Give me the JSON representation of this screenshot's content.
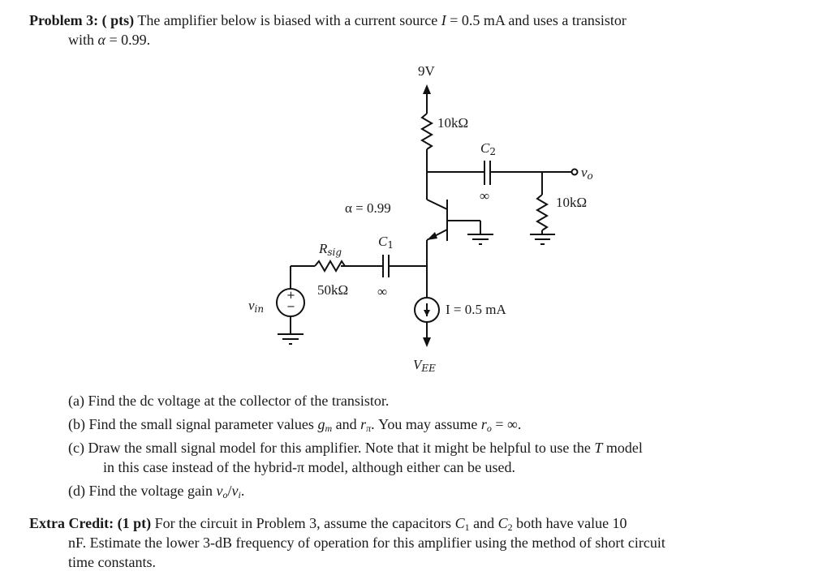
{
  "problem": {
    "heading": "Problem 3:",
    "points": "( pts)",
    "line1": "The amplifier below is biased with a current source ",
    "current_var": "I",
    "current_eq": " = 0.5 mA and uses a transistor",
    "line2_prefix": "with ",
    "alpha_var": "α",
    "alpha_eq": " = 0.99."
  },
  "circuit": {
    "supply": "9V",
    "rc": "10kΩ",
    "c2_name": "C",
    "c2_sub": "2",
    "c2_value": "∞",
    "vo_var": "v",
    "vo_sub": "o",
    "rl": "10kΩ",
    "alpha_label": "α = 0.99",
    "rsig_name": "R",
    "rsig_sub": "sig",
    "rsig_value": "50kΩ",
    "c1_name": "C",
    "c1_sub": "1",
    "c1_value": "∞",
    "vin_var": "v",
    "vin_sub": "in",
    "src_plus": "+",
    "src_minus": "−",
    "current_label": "I = 0.5 mA",
    "vee_var": "V",
    "vee_sub": "EE"
  },
  "parts": [
    {
      "label": "(a)",
      "text": "Find the dc voltage at the collector of the transistor."
    },
    {
      "label": "(b)",
      "text_pre": "Find the small signal parameter values ",
      "gm": "g",
      "gm_sub": "m",
      "mid": " and ",
      "rpi": "r",
      "rpi_sub": "π",
      "post": ". You may assume ",
      "ro": "r",
      "ro_sub": "o",
      "ro_eq": " = ∞."
    },
    {
      "label": "(c)",
      "line1_pre": "Draw the small signal model for this amplifier. Note that it might be helpful to use the ",
      "T": "T",
      "line1_post": " model",
      "line2": "in this case instead of the hybrid-π model, although either can be used."
    },
    {
      "label": "(d)",
      "text_pre": "Find the voltage gain ",
      "gain": "v",
      "gain_sub1": "o",
      "slash": "/",
      "gain2": "v",
      "gain_sub2": "i",
      "end": "."
    }
  ],
  "extra_credit": {
    "heading": "Extra Credit:",
    "points": "(1 pt)",
    "line1_pre": "For the circuit in Problem 3, assume the capacitors ",
    "c1": "C",
    "c1_sub": "1",
    "and": " and ",
    "c2": "C",
    "c2_sub": "2",
    "line1_post": " both have value 10",
    "line2": "nF. Estimate the lower 3-dB frequency of operation for this amplifier using the method of short circuit",
    "line3": "time constants."
  }
}
